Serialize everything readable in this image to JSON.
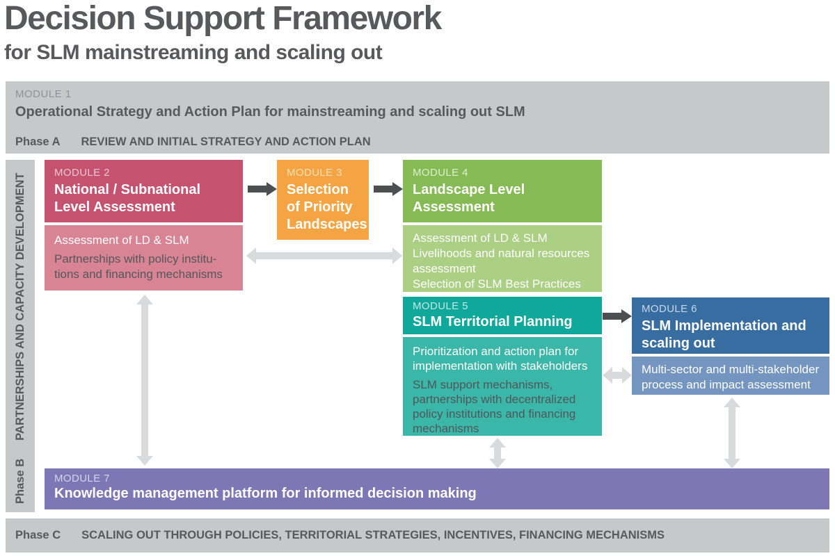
{
  "title": {
    "main": "Decision Support Framework",
    "subtitle": "for SLM mainstreaming and scaling out"
  },
  "module1": {
    "label": "MODULE 1",
    "title": "Operational Strategy and Action Plan for mainstreaming and scaling out SLM",
    "phase": "Phase A",
    "phase_text": "REVIEW AND INITIAL STRATEGY AND ACTION PLAN"
  },
  "phase_b": {
    "phase": "Phase B",
    "text": "PARTNERSHIPS AND CAPACITY DEVELOPMENT"
  },
  "module2": {
    "label": "MODULE 2",
    "title": "National / Subnational\nLevel Assessment",
    "sub_primary": "Assessment of LD & SLM",
    "sub_secondary": "Partnerships with policy institu-\ntions and financing mechanisms"
  },
  "module3": {
    "label": "MODULE 3",
    "title": "Selection\nof Priority\nLandscapes"
  },
  "module4": {
    "label": "MODULE 4",
    "title": "Landscape Level\nAssessment",
    "sub": "Assessment of LD & SLM\nLivelihoods and natural resources\nassessment\nSelection of SLM Best Practices"
  },
  "module5": {
    "label": "MODULE 5",
    "title": "SLM Territorial Planning",
    "sub_primary": "Prioritization and action plan for\nimplementation with stakeholders",
    "sub_secondary": "SLM support mechanisms,\npartnerships with decentralized\npolicy institutions and financing\nmechanisms"
  },
  "module6": {
    "label": "MODULE 6",
    "title": "SLM Implementation and\nscaling out",
    "sub": "Multi-sector and multi-stakeholder\nprocess and impact assessment"
  },
  "module7": {
    "label": "MODULE 7",
    "title": "Knowledge management platform for informed decision making"
  },
  "phase_c": {
    "phase": "Phase C",
    "text": "SCALING OUT THROUGH POLICIES, TERRITORIAL STRATEGIES, INCENTIVES, FINANCING MECHANISMS"
  },
  "colors": {
    "band_gray": "#c7c8ca",
    "title_text": "#58595b",
    "dark_body_text": "#55575a",
    "module1_label": "#8f9194",
    "module2_header": "#c5536f",
    "module2_sub": "#d88495",
    "module3": "#f4a442",
    "module4_header": "#85ba55",
    "module4_sub": "#abd084",
    "module5_header": "#11a89c",
    "module5_sub": "#3bb7aa",
    "module6_header": "#376da1",
    "module6_sub": "#7495bf",
    "module7": "#7d77b6",
    "dark_arrow": "#4d4e50",
    "light_arrow": "#d9dadb"
  }
}
